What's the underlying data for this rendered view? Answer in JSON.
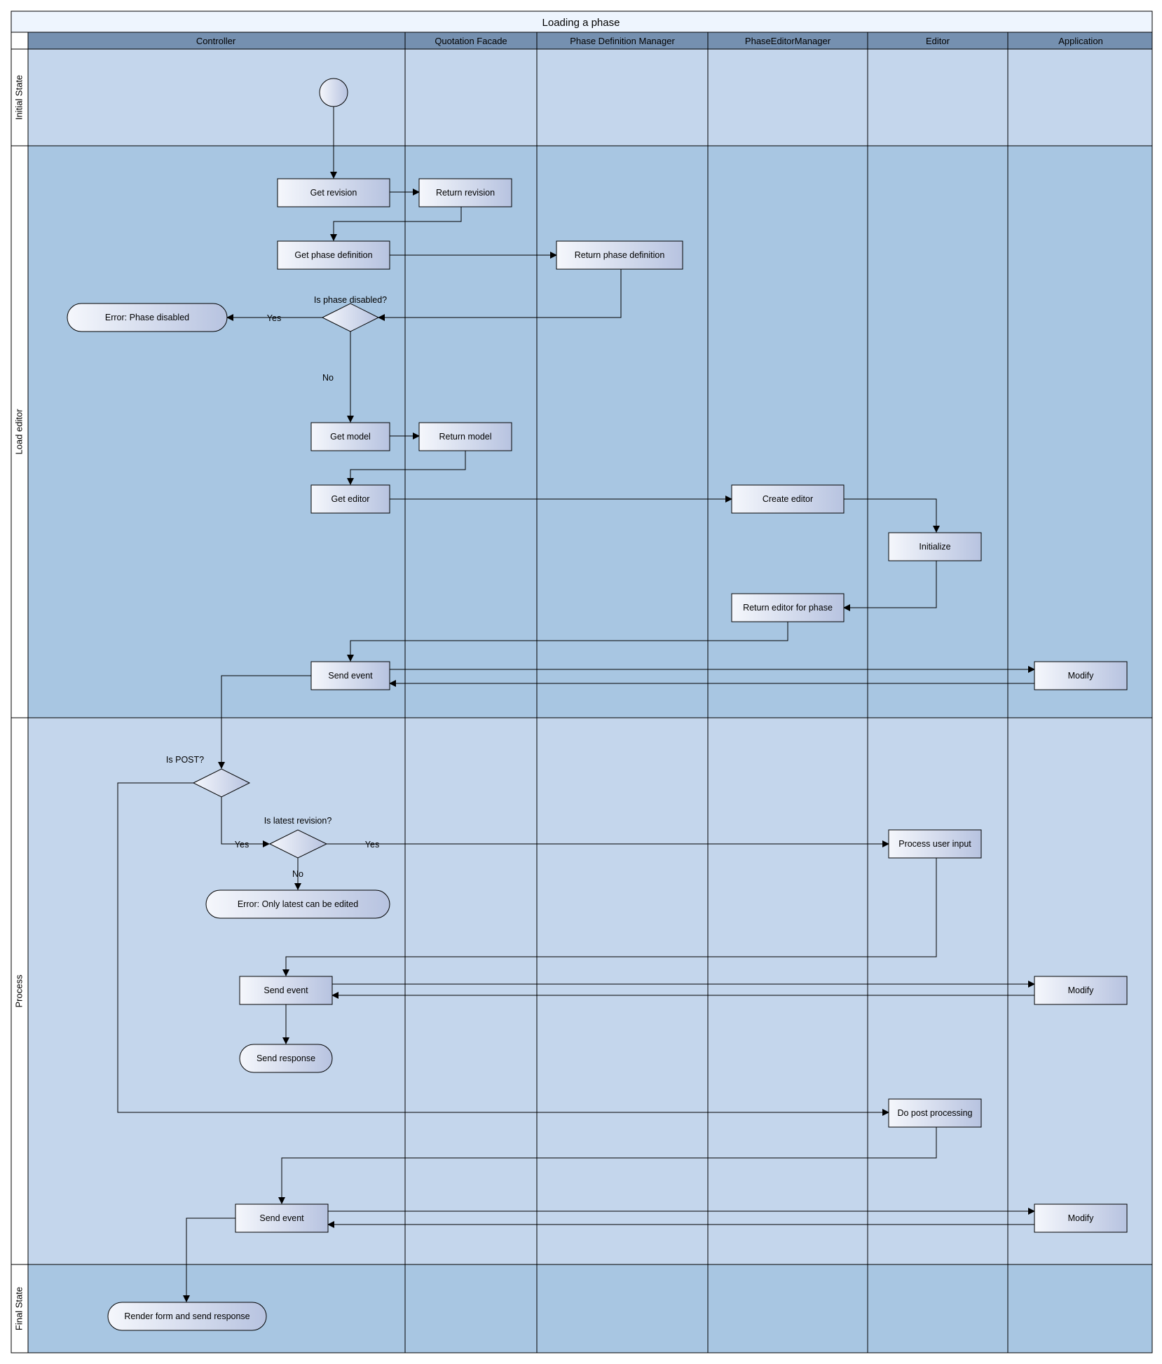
{
  "diagram": {
    "title": "Loading a phase",
    "lanes": {
      "controller": "Controller",
      "quotation_facade": "Quotation Facade",
      "phase_definition_manager": "Phase Definition Manager",
      "phase_editor_manager": "PhaseEditorManager",
      "editor": "Editor",
      "application": "Application"
    },
    "stages": {
      "initial": "Initial State",
      "load_editor": "Load editor",
      "process": "Process",
      "final": "Final State"
    },
    "nodes": {
      "get_revision": "Get revision",
      "return_revision": "Return revision",
      "get_phase_definition": "Get phase definition",
      "return_phase_definition": "Return phase definition",
      "is_phase_disabled": "Is phase disabled?",
      "error_phase_disabled": "Error: Phase disabled",
      "get_model": "Get model",
      "return_model": "Return model",
      "get_editor": "Get editor",
      "create_editor": "Create editor",
      "initialize": "Initialize",
      "return_editor_for_phase": "Return editor for phase",
      "send_event_1": "Send event",
      "modify_1": "Modify",
      "is_post": "Is POST?",
      "is_latest_revision": "Is latest revision?",
      "process_user_input": "Process user input",
      "error_only_latest": "Error: Only latest can be edited",
      "send_event_2": "Send event",
      "modify_2": "Modify",
      "send_response": "Send response",
      "do_post_processing": "Do post processing",
      "send_event_3": "Send event",
      "modify_3": "Modify",
      "render_form": "Render form and send response"
    },
    "edge_labels": {
      "disabled_yes": "Yes",
      "disabled_no": "No",
      "post_yes": "Yes",
      "latest_yes": "Yes",
      "latest_no": "No"
    },
    "colors": {
      "page_bg": "#ffffff",
      "title_bg": "#eef5fe",
      "header_bg": "#7590b0",
      "light_band": "#c4d6ec",
      "dark_band": "#a8c6e2",
      "node_fill_start": "#f5f7fc",
      "node_fill_end": "#b7c3e0",
      "line": "#000000"
    }
  }
}
